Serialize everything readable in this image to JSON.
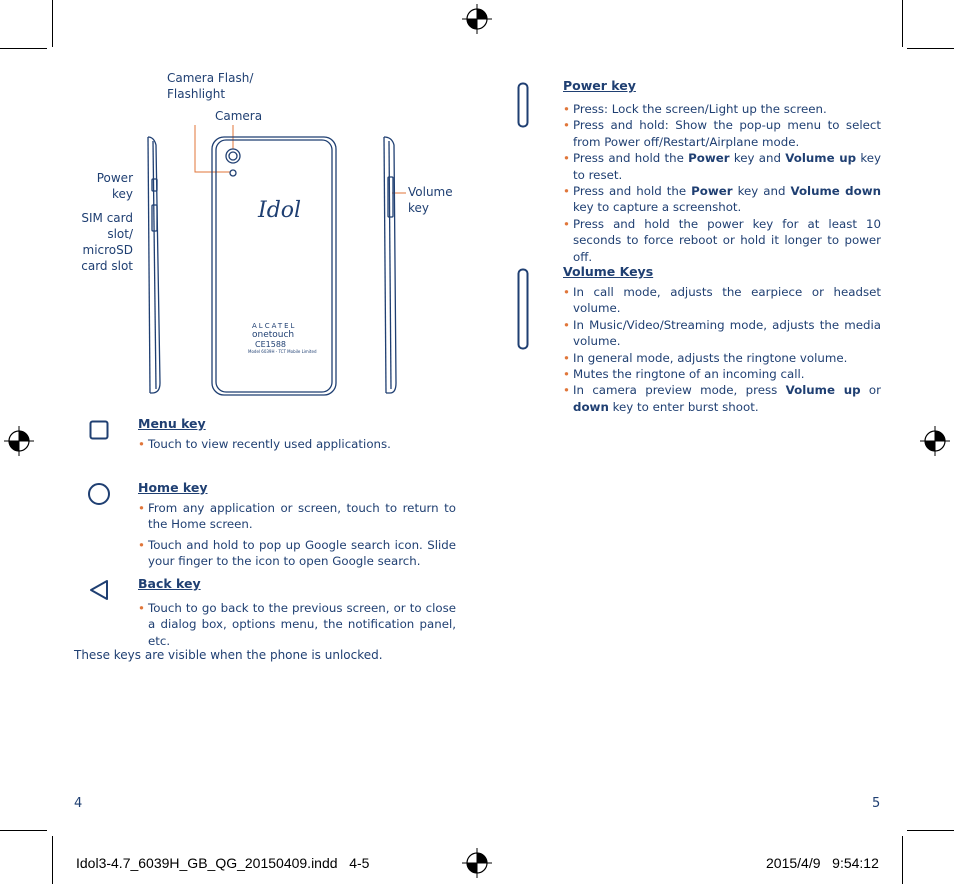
{
  "figure": {
    "camera_flash_label": "Camera Flash/ Flashlight",
    "camera_label": "Camera",
    "power_key_label": "Power key",
    "sim_label": "SIM card slot/ microSD card slot",
    "volume_key_label": "Volume key",
    "phone_logo": "Idol",
    "brand_line1": "ALCATEL",
    "brand_line2": "onetouch",
    "cert_line": "CE1588",
    "small_print": "Model 6039H - TCT Mobile Limited"
  },
  "menu_key": {
    "title": "Menu key",
    "bullets": [
      "Touch to view recently used applications."
    ]
  },
  "home_key": {
    "title": "Home key",
    "bullets": [
      "From any application or screen, touch to return to the Home screen.",
      "Touch and hold to pop up Google search icon. Slide your finger to the icon to open Google search."
    ]
  },
  "back_key": {
    "title": "Back key",
    "bullets": [
      "Touch to go back to the previous screen, or to close a dialog box, options menu, the notification panel, etc."
    ]
  },
  "visible_note": "These keys are visible when the phone is unlocked.",
  "power_key": {
    "title": "Power key",
    "b1": "Press: Lock the screen/Light up the screen.",
    "b2": "Press and hold: Show the pop-up menu to select from Power off/Restart/Airplane mode.",
    "b3_pre": "Press and hold the ",
    "b3_bold1": "Power",
    "b3_mid": " key and ",
    "b3_bold2": "Volume up",
    "b3_post": " key to reset.",
    "b4_pre": "Press and hold the ",
    "b4_bold1": "Power",
    "b4_mid": " key and ",
    "b4_bold2": "Volume down",
    "b4_post": " key to capture a screenshot.",
    "b5": "Press and hold the power key for at least 10 seconds to force reboot or hold it longer to power off."
  },
  "volume_keys": {
    "title": "Volume Keys",
    "b1": "In call mode, adjusts the earpiece or headset volume.",
    "b2": "In Music/Video/Streaming mode, adjusts the media volume.",
    "b3": "In general mode, adjusts the ringtone volume.",
    "b4": "Mutes the ringtone of an incoming call.",
    "b5_pre": "In camera preview mode, press ",
    "b5_bold1": "Volume up",
    "b5_mid": " or ",
    "b5_bold2": "down",
    "b5_post": " key to enter burst shoot."
  },
  "page_left": "4",
  "page_right": "5",
  "footer_file": "Idol3-4.7_6039H_GB_QG_20150409.indd   4-5",
  "footer_date": "2015/4/9   9:54:12",
  "colors": {
    "text": "#1f3f72",
    "bullet": "#e0763a",
    "leader": "#e0763a"
  }
}
